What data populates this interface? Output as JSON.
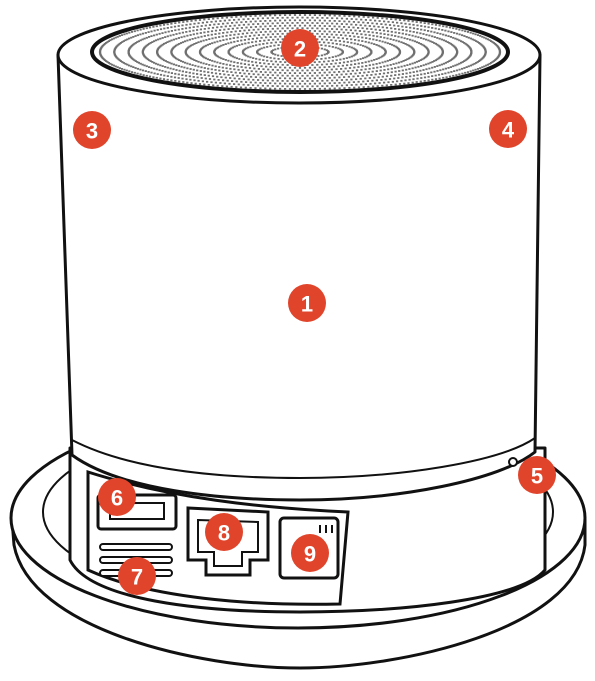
{
  "colors": {
    "callout_fill": "#e0452c",
    "callout_text": "#ffffff",
    "outline": "#111111",
    "grille": "#6f6f6f"
  },
  "callouts": [
    {
      "label": "1",
      "part": "body"
    },
    {
      "label": "2",
      "part": "speaker-grille"
    },
    {
      "label": "3",
      "part": "left-side"
    },
    {
      "label": "4",
      "part": "right-side"
    },
    {
      "label": "5",
      "part": "indicator"
    },
    {
      "label": "6",
      "part": "usb-port"
    },
    {
      "label": "7",
      "part": "vents"
    },
    {
      "label": "8",
      "part": "ethernet-port"
    },
    {
      "label": "9",
      "part": "power-port"
    }
  ]
}
